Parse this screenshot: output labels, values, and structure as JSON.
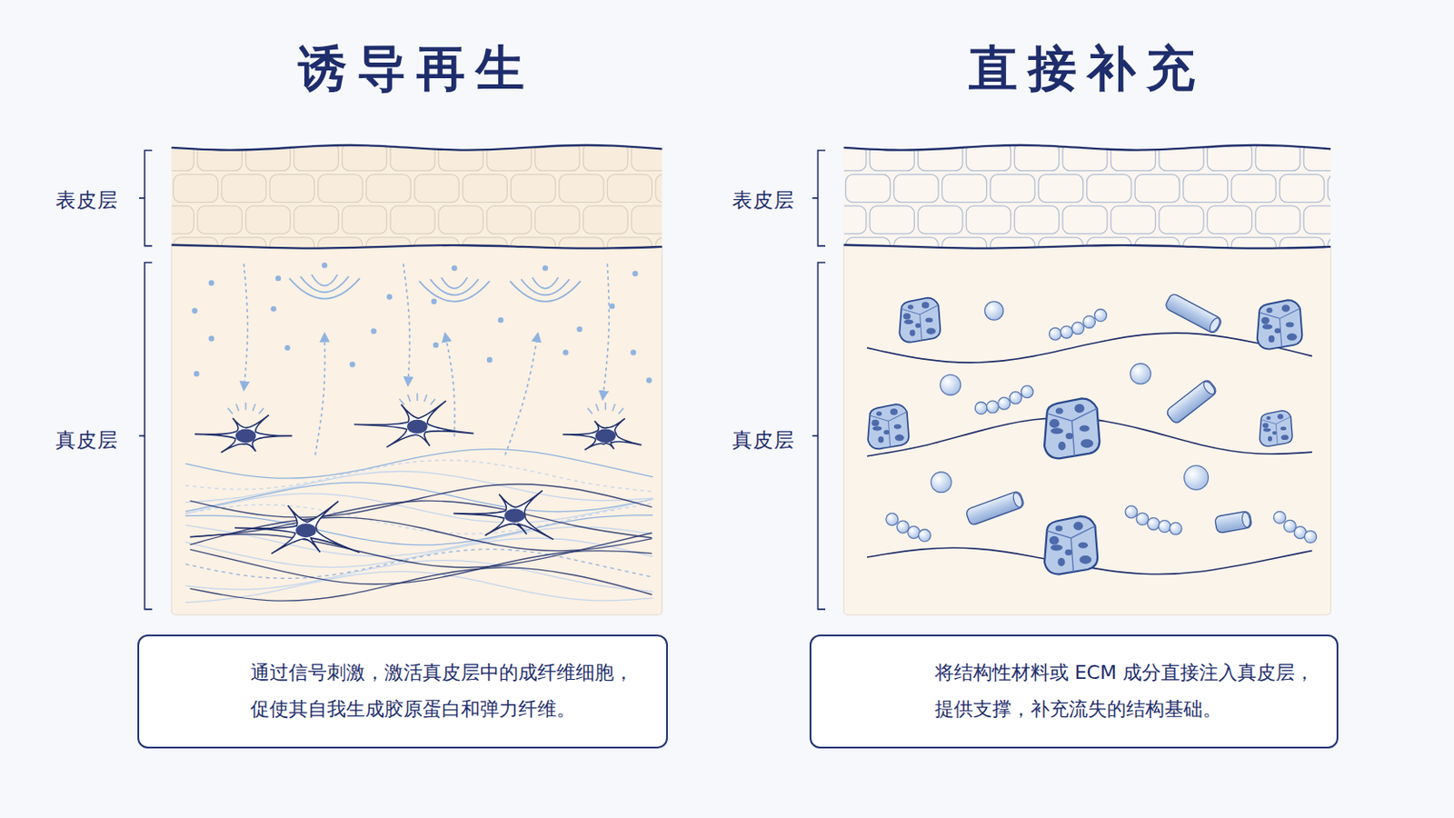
{
  "diagram": {
    "nodes": [
      {
        "text": [
          "诱导再生"
        ]
      },
      {
        "text": [
          "通过信号刺激，激活真皮层中的成纤维细胞，促使其自我生成胶原蛋白和弹力纤维。"
        ]
      },
      {
        "text": [
          "直接补充"
        ]
      },
      {
        "text": [
          "将结构性材料或 ECM 成分直接注入真皮层，提供支撑，补充流失的结构基础。"
        ]
      }
    ],
    "labels": [
      "表皮层",
      "真皮层",
      "表皮层",
      "真皮层"
    ]
  }
}
